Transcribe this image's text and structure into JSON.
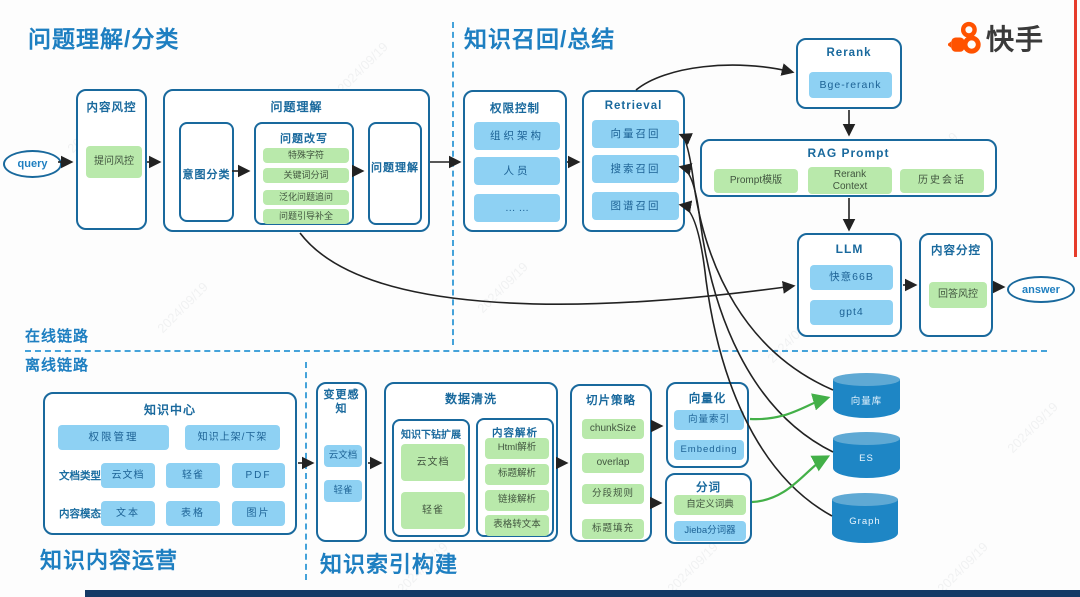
{
  "watermark": "2024/09/19",
  "colors": {
    "accent_blue": "#19699d",
    "title_blue": "#1e7fc1",
    "chip_blue": "#8ed1f3",
    "chip_green": "#b9e9ab",
    "cylinder_blue": "#1e86c5",
    "brand_orange": "#ff5200",
    "red_line": "#e63c2b",
    "navy_bar": "#143a66",
    "green_arrow": "#43b048",
    "dashed_line": "#45a3da"
  },
  "logo": {
    "brand": "快手"
  },
  "titles": {
    "section1": "问题理解/分类",
    "section2": "知识召回/总结",
    "section3": "知识内容运营",
    "section4": "知识索引构建",
    "online": "在线链路",
    "offline": "离线链路"
  },
  "terminals": {
    "query": "query",
    "answer": "answer"
  },
  "boxes": {
    "content_risk": {
      "title": "内容风控",
      "items": [
        "提问风控"
      ]
    },
    "question_understanding": {
      "title": "问题理解",
      "intent": "意图分类",
      "rewrite": {
        "title": "问题改写",
        "items": [
          "特殊字符",
          "关键词分词",
          "泛化问题追问",
          "问题引导补全"
        ]
      },
      "result": "问题理解"
    },
    "permission": {
      "title": "权限控制",
      "items": [
        "组织架构",
        "人员",
        "… …"
      ]
    },
    "retrieval": {
      "title": "Retrieval",
      "items": [
        "向量召回",
        "搜索召回",
        "图谱召回"
      ]
    },
    "rerank": {
      "title": "Rerank",
      "items": [
        "Bge-rerank"
      ]
    },
    "rag_prompt": {
      "title": "RAG Prompt",
      "items": [
        "Prompt模版",
        "Rerank Context",
        "历史会话"
      ]
    },
    "llm": {
      "title": "LLM",
      "items": [
        "快意66B",
        "gpt4"
      ]
    },
    "answer_risk": {
      "title": "内容分控",
      "items": [
        "回答风控"
      ]
    },
    "knowledge_center": {
      "title": "知识中心",
      "row1": [
        "权限管理",
        "知识上架/下架"
      ],
      "doc_type_label": "文档类型",
      "doc_types": [
        "云文档",
        "轻雀",
        "PDF"
      ],
      "modality_label": "内容模态",
      "modalities": [
        "文本",
        "表格",
        "图片"
      ]
    },
    "change_detect": {
      "title": "变更感知",
      "items": [
        "云文档",
        "轻雀"
      ]
    },
    "data_clean": {
      "title": "数据清洗",
      "drill": {
        "title": "知识下钻扩展",
        "items": [
          "云文档",
          "轻雀"
        ]
      },
      "parse": {
        "title": "内容解析",
        "items": [
          "Html解析",
          "标题解析",
          "链接解析",
          "表格转文本"
        ]
      }
    },
    "chunking": {
      "title": "切片策略",
      "items": [
        "chunkSize",
        "overlap",
        "分段规则",
        "标题填充"
      ]
    },
    "vectorize": {
      "title": "向量化",
      "items": [
        "向量索引",
        "Embedding"
      ]
    },
    "tokenize": {
      "title": "分词",
      "items": [
        "自定义词典",
        "Jieba分词器"
      ]
    }
  },
  "stores": [
    "向量库",
    "ES",
    "Graph"
  ]
}
